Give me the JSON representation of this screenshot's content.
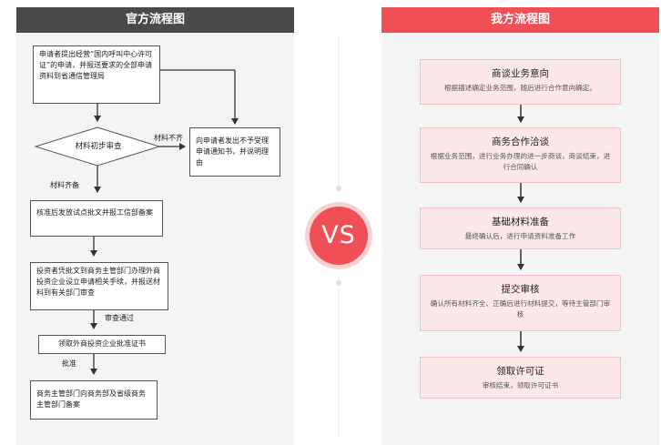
{
  "left": {
    "header": "官方流程图",
    "step1": "申请者提出经营“国内呼叫中心许可证”的申请，并报送要求的全部申请资料到省通信管理局",
    "decision": "材料初步审查",
    "label_incomplete": "材料不齐",
    "reject_box": "向申请者发出不予受理申请通知书，并说明理由",
    "label_complete": "材料齐备",
    "step2": "核准后发放试点批文并报工信部备案",
    "step3": "投资者凭批文到商务主管部门办理外商投资企业设立申请相关手续，并报送材料到有关部门审查",
    "label_approved": "审查通过",
    "step4": "领取外商投资企业批准证书",
    "label_ratify": "批准",
    "step5": "商务主管部门向商务部及省级商务主管部门备案"
  },
  "vs": "VS",
  "right": {
    "header": "我方流程图",
    "steps": [
      {
        "title": "商谈业务意向",
        "desc": "根据描述确定业务范围，随后进行合作意向确定。"
      },
      {
        "title": "商务合作洽谈",
        "desc": "根据业务范围，进行业务办理的进一步商谈，商谈结束，进行合同确认"
      },
      {
        "title": "基础材料准备",
        "desc": "最终确认后，进行申请资料准备工作"
      },
      {
        "title": "提交审核",
        "desc": "确认所有材料齐全、正确后进行材料提交，等待主管部门审核"
      },
      {
        "title": "领取许可证",
        "desc": "审核结束，领取许可证书"
      }
    ]
  },
  "colors": {
    "left_header": "#4a4a4a",
    "right_header": "#ef4f55",
    "right_box_fill": "#fce8e8",
    "panel_bg": "#f4f4f4"
  }
}
